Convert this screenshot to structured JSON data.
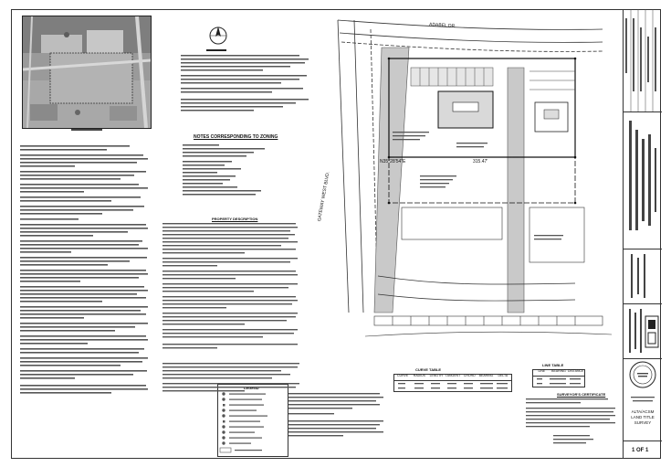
{
  "sheet": {
    "page_label": "1 OF 1",
    "title_block_title": "ALTA/ACSM LAND TITLE SURVEY"
  },
  "plan": {
    "street_top": "ADABEL DR.",
    "street_left": "GATEWAY WEST BLVD.",
    "bearing_label": "N35°28'54\"E",
    "distance_label": "315.47'"
  },
  "notes": {
    "zoning_heading": "NOTES CORRESPONDING TO ZONING",
    "property_description_heading": "PROPERTY DESCRIPTION",
    "surveyor_certificate_heading": "SURVEYOR'S CERTIFICATE",
    "legend_heading": "LEGEND",
    "curve_table_heading": "CURVE TABLE",
    "line_table_heading": "LINE TABLE"
  },
  "curve_table": {
    "headers": [
      "CURVE",
      "RADIUS",
      "LENGTH",
      "TANGENT",
      "CHORD",
      "BEARING",
      "DELTA"
    ]
  },
  "line_table": {
    "headers": [
      "LINE",
      "BEARING",
      "DISTANCE"
    ]
  },
  "icons": [
    "north-arrow-icon",
    "vicinity-map-image",
    "surveyor-seal-icon",
    "firm-logo-icon"
  ]
}
